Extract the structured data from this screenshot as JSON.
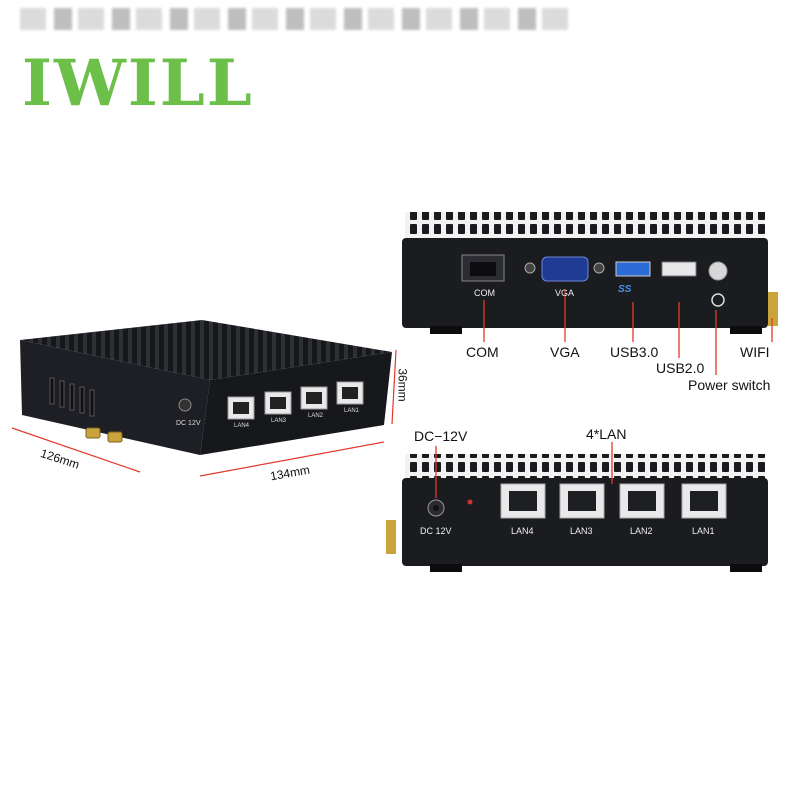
{
  "brand": {
    "logo_text": "IWILL",
    "header_strip": "blurred banner text (illegible)"
  },
  "dimensions": {
    "depth": "126mm",
    "width": "134mm",
    "height": "36mm"
  },
  "device_front_ports": {
    "dc": "DC 12V",
    "lan": [
      "LAN4",
      "LAN3",
      "LAN2",
      "LAN1"
    ]
  },
  "rear_panel": {
    "com": "COM",
    "vga": "VGA",
    "usb3_mark": "SS",
    "callouts": {
      "com": "COM",
      "vga": "VGA",
      "usb3": "USB3.0",
      "usb2": "USB2.0",
      "power": "Power switch",
      "wifi": "WIFI"
    }
  },
  "front_panel": {
    "dc_callout": "DC−12V",
    "lan_callout": "4*LAN",
    "dc_label": "DC 12V",
    "lan": [
      "LAN4",
      "LAN3",
      "LAN2",
      "LAN1"
    ]
  },
  "colors": {
    "logo": "#6cc04a",
    "callout_line": "#e23a2a",
    "chassis": "#1b1c20"
  }
}
